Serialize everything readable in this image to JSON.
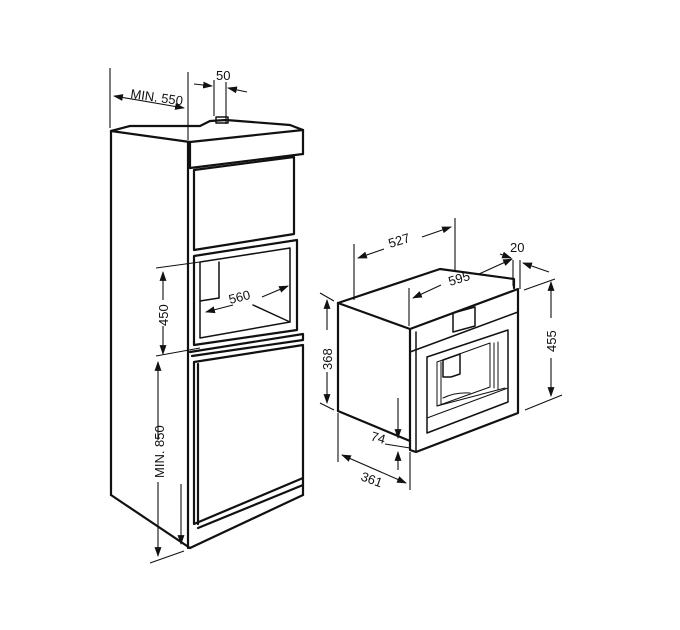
{
  "diagram": {
    "colors": {
      "line": "#111111",
      "background": "#ffffff"
    },
    "cabinet": {
      "dimensions": {
        "depth_min": "MIN. 550",
        "rear_gap": "50",
        "niche_height": "450",
        "niche_width": "560",
        "base_height_min": "MIN. 850"
      }
    },
    "appliance": {
      "dimensions": {
        "body_depth": "527",
        "front_width": "595",
        "front_thickness": "20",
        "front_height": "455",
        "body_height": "368",
        "bottom_offset": "74",
        "side_depth": "361"
      }
    }
  }
}
